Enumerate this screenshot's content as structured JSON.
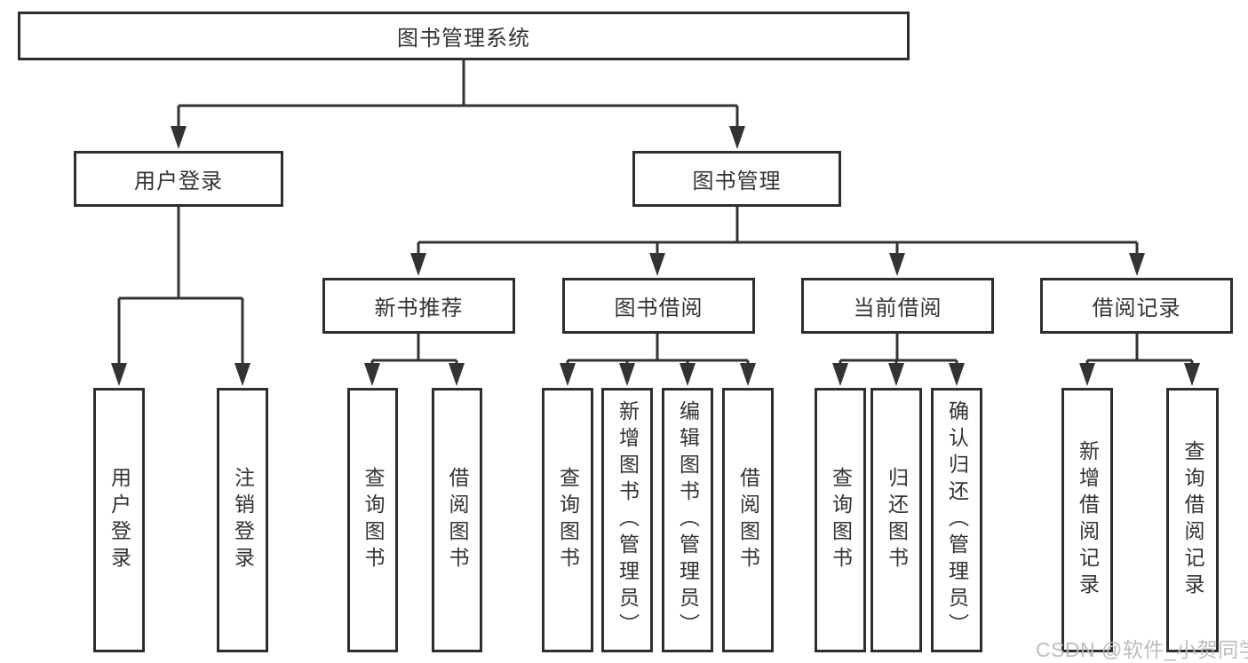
{
  "tree": {
    "root": {
      "label": "图书管理系统"
    },
    "branches": [
      {
        "label": "用户登录",
        "children": [
          {
            "label": "用户登录"
          },
          {
            "label": "注销登录"
          }
        ]
      },
      {
        "label": "图书管理",
        "children": [
          {
            "label": "新书推荐",
            "children": [
              {
                "label": "查询图书"
              },
              {
                "label": "借阅图书"
              }
            ]
          },
          {
            "label": "图书借阅",
            "children": [
              {
                "label": "查询图书"
              },
              {
                "label": "新增图书（管理员）"
              },
              {
                "label": "编辑图书（管理员）"
              },
              {
                "label": "借阅图书"
              }
            ]
          },
          {
            "label": "当前借阅",
            "children": [
              {
                "label": "查询图书"
              },
              {
                "label": "归还图书"
              },
              {
                "label": "确认归还（管理员）"
              }
            ]
          },
          {
            "label": "借阅记录",
            "children": [
              {
                "label": "新增借阅记录"
              },
              {
                "label": "查询借阅记录"
              }
            ]
          }
        ]
      }
    ]
  },
  "watermark": {
    "text": "CSDN @软件_小贺同学"
  },
  "colors": {
    "line": "#333333",
    "box_border": "#2e2e2e",
    "box_fill": "#ffffff",
    "text": "#333333",
    "watermark": "#b9b9b9",
    "background": "#ffffff"
  }
}
